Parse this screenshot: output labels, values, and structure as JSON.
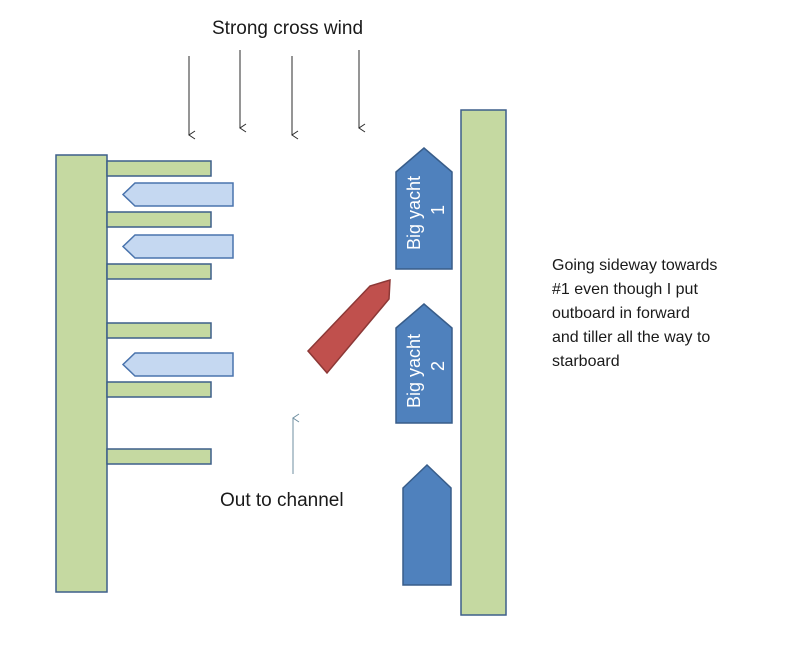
{
  "diagram": {
    "wind_label": "Strong cross wind",
    "channel_label": "Out to channel",
    "note_lines": [
      "Going sideway towards",
      "#1  even though I put",
      "outboard in forward",
      "and tiller all the way to",
      "starboard"
    ],
    "yachts": [
      {
        "name": "Big yacht",
        "number": "1"
      },
      {
        "name": "Big yacht",
        "number": "2"
      }
    ]
  },
  "colors": {
    "dock_fill": "#c5d9a1",
    "dock_stroke": "#3d5f8a",
    "small_boat_fill": "#c5d8f1",
    "small_boat_stroke": "#4a74ad",
    "big_yacht_fill": "#4f81bd",
    "big_yacht_stroke": "#385d8a",
    "own_boat_fill": "#c0504d",
    "own_boat_stroke": "#8c3836",
    "wind_arrow": "#2b2b2b",
    "channel_arrow": "#6f8fa0"
  }
}
